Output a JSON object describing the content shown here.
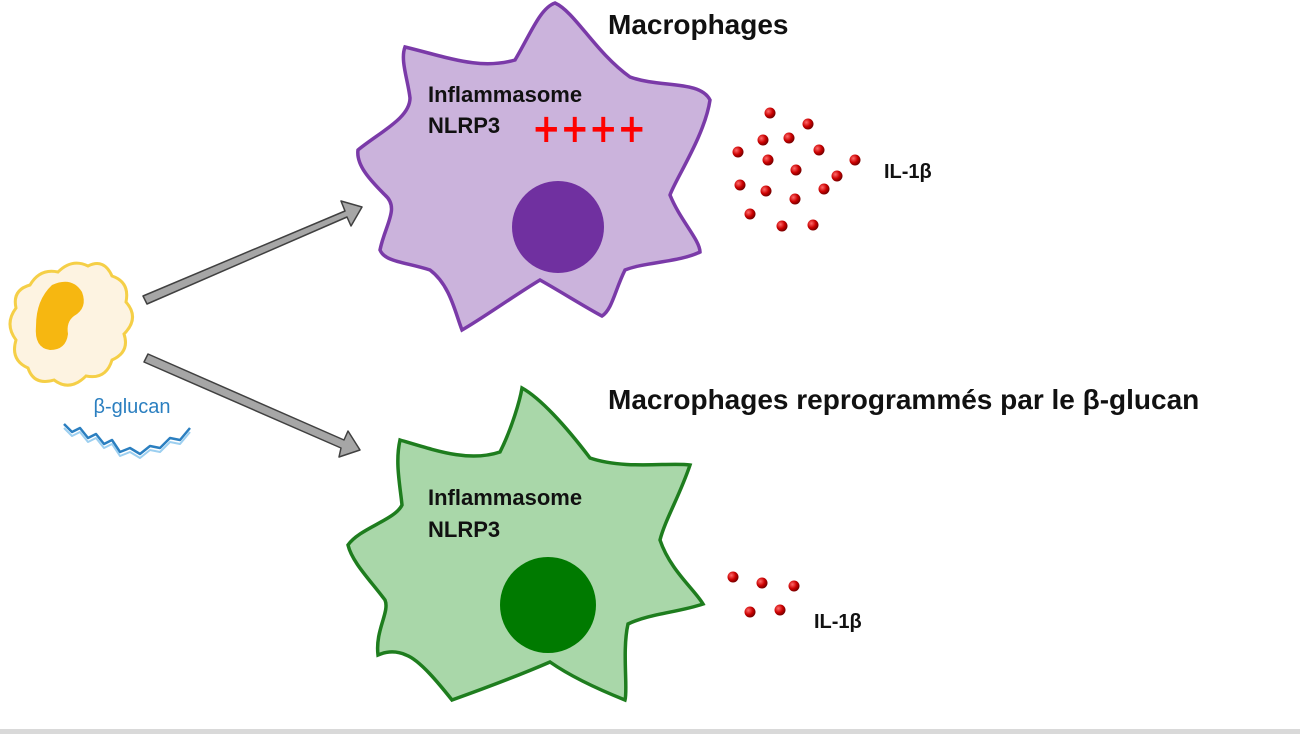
{
  "colors": {
    "macrophage_fill": "#cbb3dc",
    "macrophage_stroke": "#7a3aa8",
    "macrophage_nucleus": "#7030a0",
    "reprogrammed_fill": "#a9d7a9",
    "reprogrammed_stroke": "#1e7d1e",
    "reprogrammed_nucleus": "#007a00",
    "cytokine": "#cc0000",
    "glucan": "#2b7fc0",
    "arrow": "#a6a6a6"
  },
  "source_cell": {
    "icon": "dendritic-cell-icon",
    "glucan_label": "β-glucan"
  },
  "macrophage": {
    "title": "Macrophages",
    "line1": "Inflammasome",
    "line2": "NLRP3",
    "activation": "++++",
    "cytokine_label": "IL-1β"
  },
  "reprogrammed": {
    "title": "Macrophages reprogrammés par le β-glucan",
    "line1": "Inflammasome",
    "line2": "NLRP3",
    "cytokine_label": "IL-1β"
  }
}
